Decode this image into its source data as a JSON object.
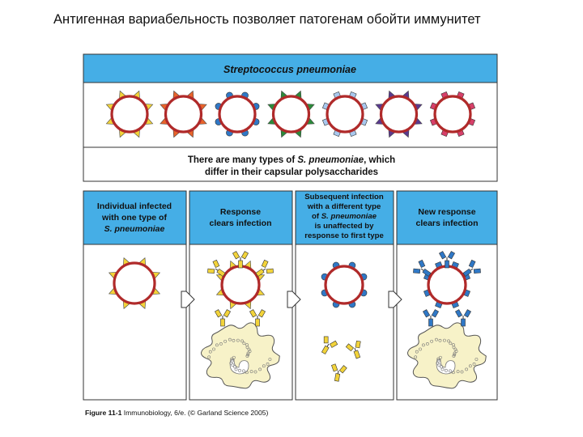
{
  "slide": {
    "title": "Антигенная вариабельность позволяет патогенам обойти иммунитет"
  },
  "figure": {
    "header": "Streptococcus pneumoniae",
    "summary_line1_a": "There are many types of ",
    "summary_line1_b": "S. pneumoniae",
    "summary_line1_c": ", which",
    "summary_line2": "differ in their capsular polysaccharides",
    "strain_colors": [
      "#f2d33a",
      "#e8642c",
      "#2f78c6",
      "#2b8a3a",
      "#a8c8ee",
      "#5a3a8e",
      "#d6406a"
    ],
    "colors": {
      "panel_blue": "#45aee6",
      "bacterium_ring": "#b02a2a",
      "macrophage": "#f7f2c8",
      "antibody_yellow": "#f2d33a",
      "antibody_blue": "#2f78c6"
    },
    "panels": [
      {
        "lines": [
          "Individual infected",
          "with one type of"
        ],
        "italic_line": "S. pneumoniae"
      },
      {
        "lines": [
          "Response",
          "clears infection"
        ]
      },
      {
        "lines": [
          "Subsequent infection",
          "with a different type",
          "is unaffected by",
          "response to first type"
        ],
        "mixed_line_a": "of ",
        "mixed_line_b": "S. pneumoniae"
      },
      {
        "lines": [
          "New response",
          "clears infection"
        ]
      }
    ],
    "caption_bold": "Figure 11-1",
    "caption_rest": "  Immunobiology, 6/e. (© Garland Science 2005)"
  }
}
